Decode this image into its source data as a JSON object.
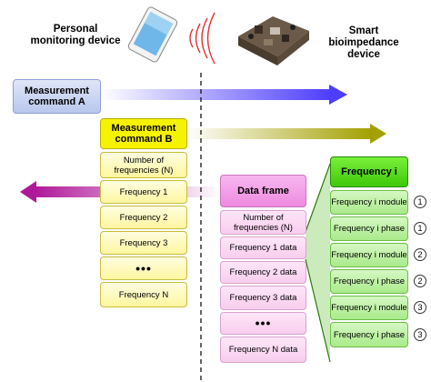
{
  "labels": {
    "personal": "Personal monitoring device",
    "smart": "Smart bioimpedance device"
  },
  "command_a": "Measurement command A",
  "command_b": {
    "header": "Measurement command B",
    "items": [
      "Number of frequencies (N)",
      "Frequency 1",
      "Frequency 2",
      "Frequency 3",
      "•••",
      "Frequency N"
    ]
  },
  "data_frame": {
    "header": "Data frame",
    "items": [
      "Number of frequencies (N)",
      "Frequency 1 data",
      "Frequency 2 data",
      "Frequency 3 data",
      "•••",
      "Frequency N data"
    ]
  },
  "frequency_i": {
    "header": "Frequency i",
    "items": [
      {
        "label": "Frequency i module",
        "badge": "1"
      },
      {
        "label": "Frequency i phase",
        "badge": "1"
      },
      {
        "label": "Frequency i module",
        "badge": "2"
      },
      {
        "label": "Frequency i phase",
        "badge": "2"
      },
      {
        "label": "Frequency i module",
        "badge": "3"
      },
      {
        "label": "Frequency i phase",
        "badge": "3"
      }
    ]
  },
  "colors": {
    "arrow_a": "#4d3dff",
    "arrow_b": "#a3a000",
    "arrow_data": "#b0189a",
    "frequency_header": "#3fc80a"
  }
}
